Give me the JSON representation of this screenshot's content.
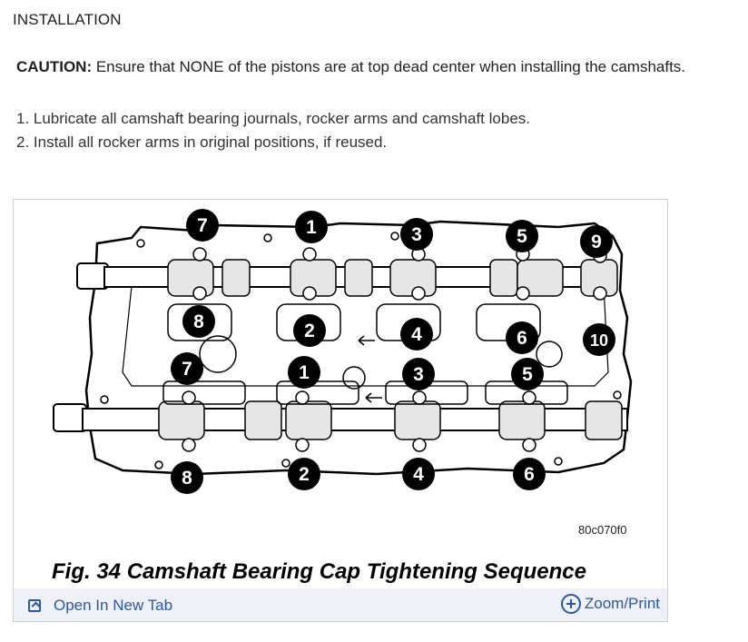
{
  "section": {
    "heading": "INSTALLATION"
  },
  "caution": {
    "label": "CAUTION:",
    "text": " Ensure that NONE of the pistons are at top dead center when installing the camshafts."
  },
  "steps": [
    "1. Lubricate all camshaft bearing journals, rocker arms and camshaft lobes.",
    "2. Install all rocker arms in original positions, if reused."
  ],
  "figure": {
    "image_code": "80c070f0",
    "caption": "Fig. 34 Camshaft Bearing Cap Tightening Sequence",
    "sequence_numbers": [
      "1",
      "2",
      "3",
      "4",
      "5",
      "6",
      "7",
      "8",
      "9",
      "10",
      "1",
      "2",
      "3",
      "4",
      "5",
      "6",
      "7",
      "8"
    ],
    "open_tab_label": "Open In New Tab",
    "zoom_label": "Zoom/Print"
  }
}
